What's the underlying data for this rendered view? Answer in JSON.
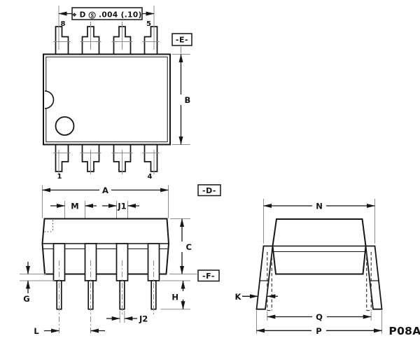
{
  "drawing": {
    "package": "P08A",
    "colors": {
      "line": "#161616",
      "extension_line": "#8d8d8d",
      "background": "#ffffff"
    },
    "top_view": {
      "fcf": "⌖ D Ⓢ  .004 (.10)",
      "datum_e": "-E-",
      "dim_b": "B",
      "pin_top_left": "8",
      "pin_top_right": "5",
      "pin_bottom_left": "1",
      "pin_bottom_right": "4"
    },
    "front_view": {
      "datum_d": "-D-",
      "datum_f": "-F-",
      "dim_a": "A",
      "dim_m": "M",
      "dim_j1": "J1",
      "dim_c": "C",
      "dim_g": "G",
      "dim_h": "H",
      "dim_j2": "J2",
      "dim_l": "L"
    },
    "end_view": {
      "dim_n": "N",
      "dim_k": "K",
      "dim_q": "Q",
      "dim_p": "P"
    }
  }
}
